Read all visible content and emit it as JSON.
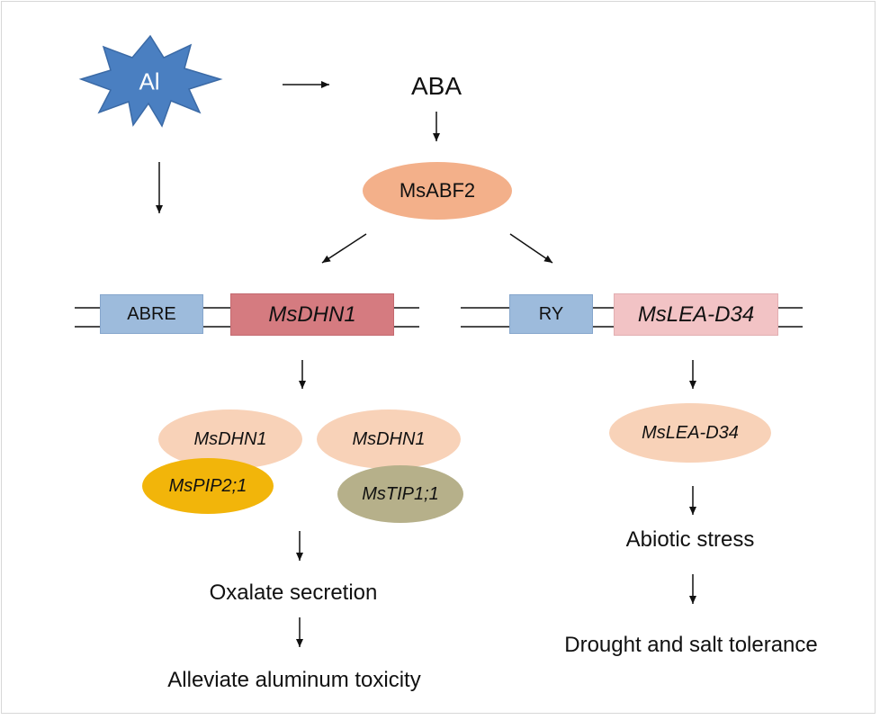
{
  "diagram": {
    "stimulus": "Al",
    "hormone": "ABA",
    "factor": "MsABF2",
    "left_pathway": {
      "promoter": "ABRE",
      "gene": "MsDHN1",
      "interaction_a": {
        "protein": "MsDHN1",
        "partner": "MsPIP2;1"
      },
      "interaction_b": {
        "protein": "MsDHN1",
        "partner": "MsTIP1;1"
      },
      "outcome_1": "Oxalate secretion",
      "outcome_2": "Alleviate aluminum toxicity"
    },
    "right_pathway": {
      "promoter": "RY",
      "gene": "MsLEA-D34",
      "protein": "MsLEA-D34",
      "outcome_1": "Abiotic stress",
      "outcome_2": "Drought and salt tolerance"
    }
  },
  "colors": {
    "al_star": "#4a7fc1",
    "abf2": "#f3b08a",
    "abre_box": "#9dbbdc",
    "msdhn1_box": "#d57b80",
    "ry_box": "#9dbbdc",
    "mslea_box": "#f2c3c5",
    "protein_light": "#f8d2b8",
    "mspip": "#f2b50a",
    "mstip": "#b6b08a"
  }
}
